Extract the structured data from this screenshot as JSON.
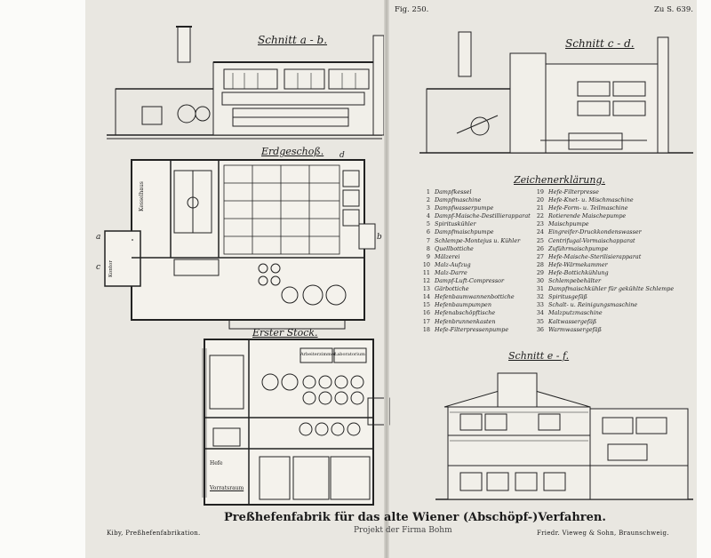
{
  "header": {
    "fig_label": "Fig. 250.",
    "page_ref": "Zu S. 639."
  },
  "sections": {
    "section_ab": "Schnitt a - b.",
    "section_cd": "Schnitt c - d.",
    "section_ef": "Schnitt e - f.",
    "ground_floor": "Erdgeschoß.",
    "first_floor": "Erster Stock.",
    "legend_title": "Zeichenerklärung."
  },
  "plan_labels": {
    "room_left": "Kesselhaus",
    "room_lower_left": "Kontor",
    "office1": "Arbeiterzimmer",
    "office2": "Laboratorium",
    "room_bottom": "Vorratsraum",
    "room_hefe": "Hefe",
    "a": "a",
    "b": "b",
    "c": "c",
    "d": "d"
  },
  "legend_left": [
    {
      "num": "1",
      "text": "Dampfkessel"
    },
    {
      "num": "2",
      "text": "Dampfmaschine"
    },
    {
      "num": "3",
      "text": "Dampfwasserpumpe"
    },
    {
      "num": "4",
      "text": "Dampf-Maische-Destillierapparat"
    },
    {
      "num": "5",
      "text": "Spirituskühler"
    },
    {
      "num": "6",
      "text": "Dampfmaischpumpe"
    },
    {
      "num": "7",
      "text": "Schlempe-Montejus u. Kühler"
    },
    {
      "num": "8",
      "text": "Quellbottiche"
    },
    {
      "num": "9",
      "text": "Mälzerei"
    },
    {
      "num": "10",
      "text": "Malz-Aufzug"
    },
    {
      "num": "11",
      "text": "Malz-Darre"
    },
    {
      "num": "12",
      "text": "Dampf-Luft-Compressor"
    },
    {
      "num": "13",
      "text": "Gärbottiche"
    },
    {
      "num": "14",
      "text": "Hefenbaumwannenbottiche"
    },
    {
      "num": "15",
      "text": "Hefenbaumpumpen"
    },
    {
      "num": "16",
      "text": "Hefenabschöpftische"
    },
    {
      "num": "17",
      "text": "Hefenbrunnenkasten"
    },
    {
      "num": "18",
      "text": "Hefe-Filterpressenpumpe"
    }
  ],
  "legend_right": [
    {
      "num": "19",
      "text": "Hefe-Filterpresse"
    },
    {
      "num": "20",
      "text": "Hefe-Knet- u. Mischmaschine"
    },
    {
      "num": "21",
      "text": "Hefe-Form- u. Teilmaschine"
    },
    {
      "num": "22",
      "text": "Rotierende Maischepumpe"
    },
    {
      "num": "23",
      "text": "Maischpumpe"
    },
    {
      "num": "24",
      "text": "Eingreifer-Druckkondenswasser"
    },
    {
      "num": "25",
      "text": "Centrifugal-Vormaischapparat"
    },
    {
      "num": "26",
      "text": "Zuführmaischpumpe"
    },
    {
      "num": "27",
      "text": "Hefe-Maische-Sterilisierapparat"
    },
    {
      "num": "28",
      "text": "Hefe-Wärmekammer"
    },
    {
      "num": "29",
      "text": "Hefe-Bottichkühlung"
    },
    {
      "num": "30",
      "text": "Schlempebehälter"
    },
    {
      "num": "31",
      "text": "Dampfmaischkühler für gekühlte Schlempe"
    },
    {
      "num": "32",
      "text": "Spiritusgefäß"
    },
    {
      "num": "33",
      "text": "Schalt- u. Reinigungsmaschine"
    },
    {
      "num": "34",
      "text": "Malzputzmaschine"
    },
    {
      "num": "35",
      "text": "Kaltwassergefäß"
    },
    {
      "num": "36",
      "text": "Warmwassergefäß"
    }
  ],
  "footer": {
    "title": "Preßhefenfabrik für das alte Wiener (Abschöpf-)Verfahren.",
    "subtitle": "Projekt der Firma Bohm",
    "left_credit": "Kiby, Preßhefenfabrikation.",
    "right_credit": "Friedr. Vieweg & Sohn, Braunschweig."
  }
}
